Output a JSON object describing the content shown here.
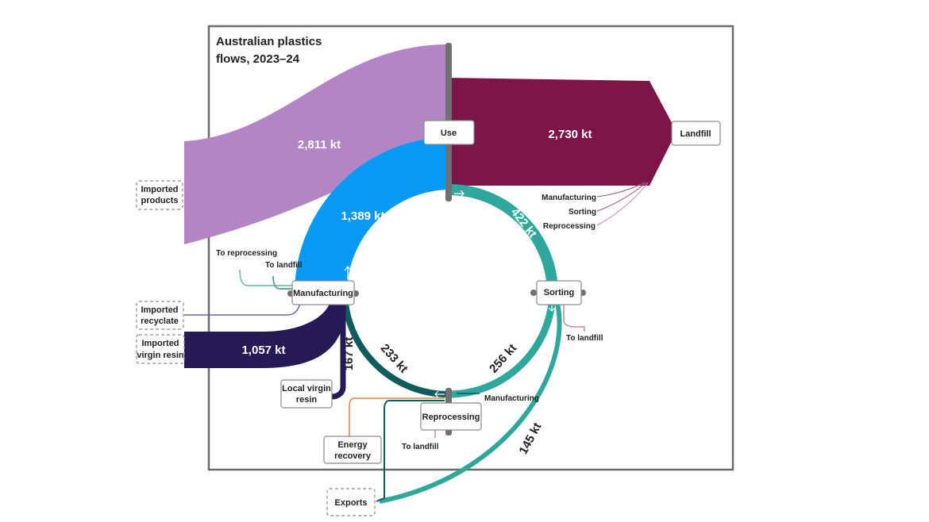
{
  "title_line1": "Australian plastics",
  "title_line2": "flows, 2023–24",
  "colors": {
    "imported_products": "#b385c5",
    "landfill": "#7e1549",
    "manufacturing_to_use": "#0899f2",
    "use_to_sorting": "#2fa79c",
    "sorting_to_reprocessing": "#2fa79c",
    "reprocessing_to_manufacturing": "#0e5c5c",
    "virgin_resin": "#251a55",
    "energy_recovery": "#ef7b3c",
    "imported_recyclate": "#6e63a8",
    "to_landfill_minor": "#c48aa5",
    "to_reprocessing_minor": "#7fcab9"
  },
  "nodes": {
    "use": "Use",
    "landfill": "Landfill",
    "manufacturing": "Manufacturing",
    "sorting": "Sorting",
    "reprocessing": "Reprocessing",
    "imported_products_l1": "Imported",
    "imported_products_l2": "products",
    "imported_recyclate_l1": "Imported",
    "imported_recyclate_l2": "recyclate",
    "imported_virgin_l1": "Imported",
    "imported_virgin_l2": "virgin resin",
    "local_virgin_l1": "Local virgin",
    "local_virgin_l2": "resin",
    "energy_l1": "Energy",
    "energy_l2": "recovery",
    "exports": "Exports"
  },
  "flows": {
    "imported_products": "2,811 kt",
    "landfill": "2,730 kt",
    "manufacturing_to_use": "1,389 kt",
    "use_to_sorting": "422 kt",
    "imported_virgin": "1,057 kt",
    "local_virgin": "167 kt",
    "reprocessing_to_manufacturing": "233 kt",
    "sorting_to_reprocessing": "256 kt",
    "exports": "145 kt"
  },
  "small_labels": {
    "landfill_sources": [
      "Manufacturing",
      "Sorting",
      "Reprocessing"
    ],
    "mfg_to_reprocessing": "To reprocessing",
    "mfg_to_landfill": "To landfill",
    "sorting_to_landfill": "To landfill",
    "reproc_to_landfill": "To landfill",
    "reproc_manufacturing": "Manufacturing"
  }
}
